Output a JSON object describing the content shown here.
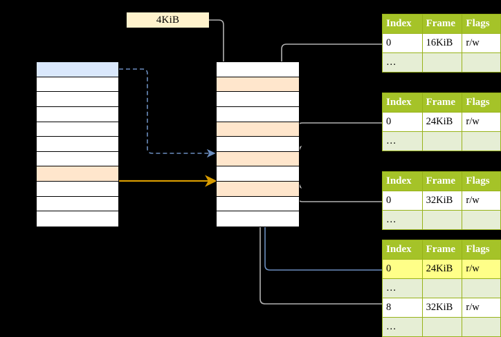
{
  "diagram": {
    "title": "page-table-walk",
    "size_label": {
      "text": "4KiB",
      "bg": "#fff2cc"
    },
    "colors": {
      "highlight_blue": "#dae8fc",
      "highlight_peach": "#ffe6cc",
      "highlight_yellow": "#ffff88",
      "table_header_green": "#a5c328",
      "table_alt_green": "#e6eed5",
      "arrow_orange": "#d79b00",
      "arrow_blue": "#6c8ebf",
      "arrow_gray": "#b3b3b3"
    },
    "left_column": {
      "name": "virtual-memory-column",
      "rows": [
        {
          "label": "",
          "fill": "blue"
        },
        {
          "label": "",
          "fill": "white"
        },
        {
          "label": "",
          "fill": "white"
        },
        {
          "label": "",
          "fill": "white"
        },
        {
          "label": "",
          "fill": "white"
        },
        {
          "label": "",
          "fill": "white"
        },
        {
          "label": "",
          "fill": "white"
        },
        {
          "label": "",
          "fill": "peach"
        },
        {
          "label": "",
          "fill": "white"
        },
        {
          "label": "",
          "fill": "white"
        },
        {
          "label": "",
          "fill": "white"
        }
      ]
    },
    "middle_column": {
      "name": "physical-memory-column",
      "rows": [
        {
          "label": "",
          "fill": "white"
        },
        {
          "label": "",
          "fill": "peach"
        },
        {
          "label": "",
          "fill": "white"
        },
        {
          "label": "",
          "fill": "white"
        },
        {
          "label": "",
          "fill": "peach"
        },
        {
          "label": "",
          "fill": "white"
        },
        {
          "label": "",
          "fill": "peach"
        },
        {
          "label": "",
          "fill": "white"
        },
        {
          "label": "",
          "fill": "peach"
        },
        {
          "label": "",
          "fill": "white"
        },
        {
          "label": "",
          "fill": "white"
        }
      ]
    },
    "page_tables": [
      {
        "name": "page-table-1",
        "headers": [
          "Index",
          "Frame",
          "Flags"
        ],
        "rows": [
          {
            "cells": [
              "0",
              "16KiB",
              "r/w"
            ],
            "style": "normal",
            "highlight": [
              false,
              false,
              false
            ]
          },
          {
            "cells": [
              "…",
              "",
              ""
            ],
            "style": "alt",
            "highlight": [
              false,
              false,
              false
            ]
          }
        ]
      },
      {
        "name": "page-table-2",
        "headers": [
          "Index",
          "Frame",
          "Flags"
        ],
        "rows": [
          {
            "cells": [
              "0",
              "24KiB",
              "r/w"
            ],
            "style": "normal",
            "highlight": [
              false,
              false,
              false
            ]
          },
          {
            "cells": [
              "…",
              "",
              ""
            ],
            "style": "alt",
            "highlight": [
              false,
              false,
              false
            ]
          }
        ]
      },
      {
        "name": "page-table-3",
        "headers": [
          "Index",
          "Frame",
          "Flags"
        ],
        "rows": [
          {
            "cells": [
              "0",
              "32KiB",
              "r/w"
            ],
            "style": "normal",
            "highlight": [
              false,
              false,
              false
            ]
          },
          {
            "cells": [
              "…",
              "",
              ""
            ],
            "style": "alt",
            "highlight": [
              false,
              false,
              false
            ]
          }
        ]
      },
      {
        "name": "page-table-4",
        "headers": [
          "Index",
          "Frame",
          "Flags"
        ],
        "rows": [
          {
            "cells": [
              "0",
              "24KiB",
              "r/w"
            ],
            "style": "normal",
            "highlight": [
              true,
              true,
              true
            ]
          },
          {
            "cells": [
              "…",
              "",
              ""
            ],
            "style": "alt",
            "highlight": [
              false,
              false,
              false
            ]
          },
          {
            "cells": [
              "8",
              "32KiB",
              "r/w"
            ],
            "style": "normal",
            "highlight": [
              false,
              false,
              false
            ]
          },
          {
            "cells": [
              "…",
              "",
              ""
            ],
            "style": "alt",
            "highlight": [
              false,
              false,
              false
            ]
          }
        ]
      }
    ]
  }
}
